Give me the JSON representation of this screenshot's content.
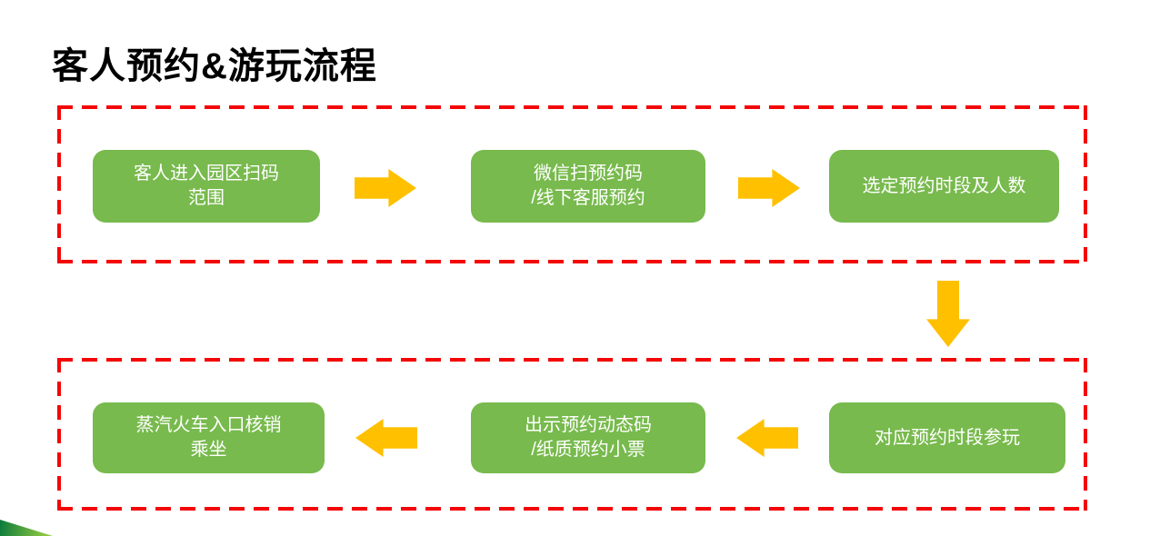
{
  "slide": {
    "title": "客人预约&游玩流程"
  },
  "colors": {
    "box_green": "#78BA4D",
    "arrow_gold": "#FFC000",
    "dash_red": "#F40505",
    "box_text": "#FFFFFF",
    "title_text": "#000000",
    "corner_dark_green": "#0A7B3C",
    "corner_light_green": "#8DC63F"
  },
  "flow": {
    "rows": [
      {
        "steps": [
          {
            "label": "客人进入园区扫码\n范围"
          },
          {
            "label": "微信扫预约码\n/线下客服预约"
          },
          {
            "label": "选定预约时段及人数"
          }
        ]
      },
      {
        "steps": [
          {
            "label": "对应预约时段参玩"
          },
          {
            "label": "出示预约动态码\n/纸质预约小票"
          },
          {
            "label": "蒸汽火车入口核销\n乘坐"
          }
        ]
      }
    ]
  }
}
